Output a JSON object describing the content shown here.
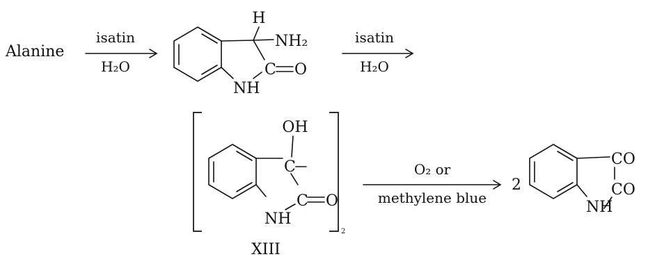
{
  "line1": {
    "reactant": "Alanine",
    "arrow1_top": "isatin",
    "arrow1_bottom": "H₂O",
    "intermediate": {
      "h": "H",
      "nh2": "NH₂",
      "carbonyl": "C",
      "oxygen": "O",
      "nh": "NH"
    },
    "arrow2_top": "isatin",
    "arrow2_bottom": "H₂O"
  },
  "line2": {
    "dimer": {
      "oh": "OH",
      "carbon": "C",
      "carbonyl": "C",
      "oxygen": "O",
      "nh": "NH",
      "multiplier": "2",
      "label": "XIII"
    },
    "arrow3_top": "O₂   or",
    "arrow3_bottom": "methylene blue",
    "coefficient": "2",
    "product": {
      "co_top": "CO",
      "co_bottom": "CO",
      "nh": "NH"
    }
  }
}
